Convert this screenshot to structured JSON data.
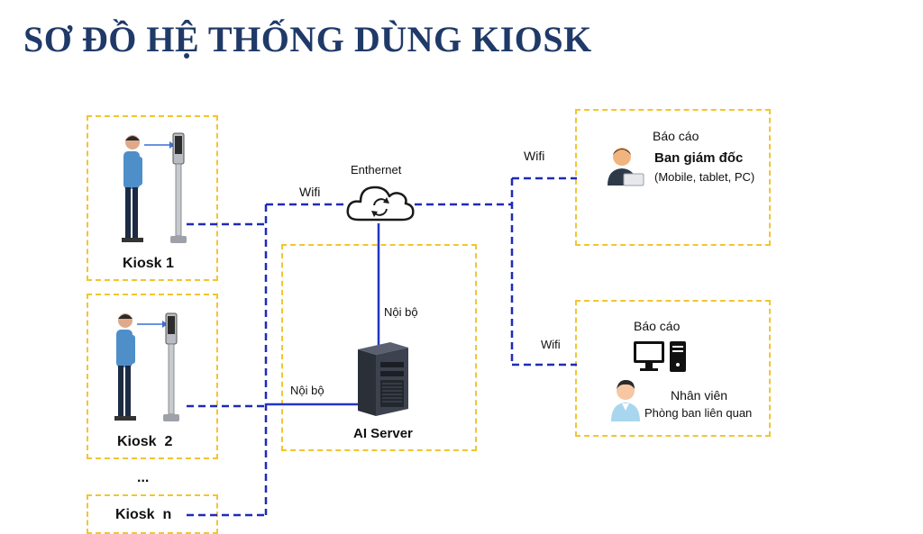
{
  "title": "SƠ ĐỒ HỆ THỐNG DÙNG KIOSK",
  "kiosks": [
    {
      "label": "Kiosk 1"
    },
    {
      "label": "Kiosk  2"
    },
    {
      "label": "Kiosk  n"
    }
  ],
  "ellipsis": "...",
  "network": {
    "internet_label": "Enthernet",
    "wifi_left": "Wifi",
    "wifi_right_top": "Wifi",
    "wifi_right_bottom": "Wifi",
    "internal_vertical": "Nội bộ",
    "internal_horizontal": "Nội bộ"
  },
  "server": {
    "label": "AI Server"
  },
  "management": {
    "report": "Báo cáo",
    "title": "Ban giám đốc",
    "devices": "(Mobile, tablet, PC)"
  },
  "staff": {
    "report": "Báo cáo",
    "title": "Nhân viên",
    "department": "Phòng ban liên quan"
  },
  "colors": {
    "title": "#1f3a68",
    "dashed_border": "#f2c530",
    "wifi_line": "#1f2bb5",
    "internal_line": "#2236c4"
  }
}
